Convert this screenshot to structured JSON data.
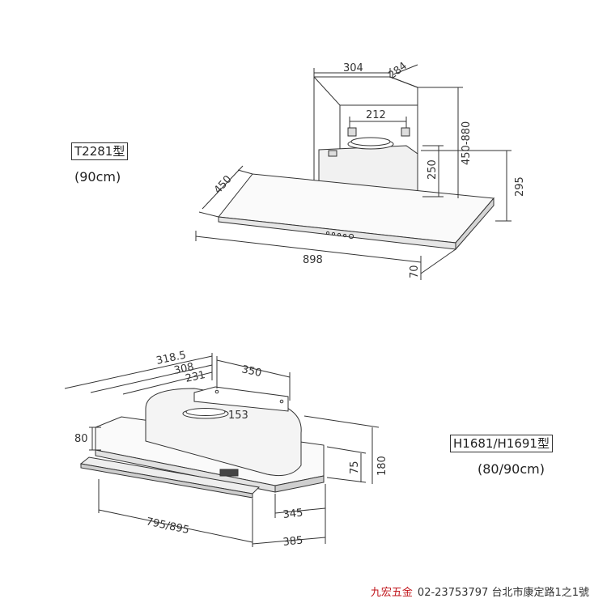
{
  "top_model": {
    "name": "T2281型",
    "size": "(90cm)",
    "dims": {
      "w304": "304",
      "d284": "284",
      "w212": "212",
      "h250": "250",
      "h450_880": "450-880",
      "h295": "295",
      "d450": "450",
      "w898": "898",
      "h70": "70"
    }
  },
  "bottom_model": {
    "name": "H1681/H1691型",
    "size": "(80/90cm)",
    "dims": {
      "d318_5": "318.5",
      "d308": "308",
      "d231": "231",
      "w350": "350",
      "dia153": "153",
      "h80": "80",
      "h75": "75",
      "h180": "180",
      "d345": "345",
      "w795_895": "795/895",
      "d385": "385"
    }
  },
  "footer": {
    "brand": "九宏五金",
    "contact": "02-23753797  台北市康定路1之1號"
  }
}
